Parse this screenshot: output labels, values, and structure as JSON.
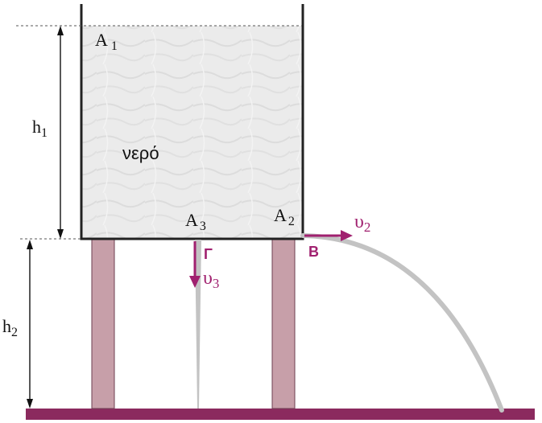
{
  "diagram": {
    "water_label": "νερό",
    "points": {
      "A1": {
        "base": "A",
        "sub": "1"
      },
      "A2": {
        "base": "A",
        "sub": "2"
      },
      "A3": {
        "base": "A",
        "sub": "3"
      },
      "B": "B",
      "G": "Γ"
    },
    "velocities": {
      "v2": {
        "base": "υ",
        "sub": "2"
      },
      "v3": {
        "base": "υ",
        "sub": "3"
      }
    },
    "heights": {
      "h1": {
        "base": "h",
        "sub": "1"
      },
      "h2": {
        "base": "h",
        "sub": "2"
      }
    }
  },
  "colors": {
    "accent": "#a0206f",
    "leg_fill": "#c79fa9",
    "ground": "#8b2a5e",
    "water_fill": "#e9e9e9",
    "jet": "#c3c3c3",
    "outline": "#222222"
  }
}
